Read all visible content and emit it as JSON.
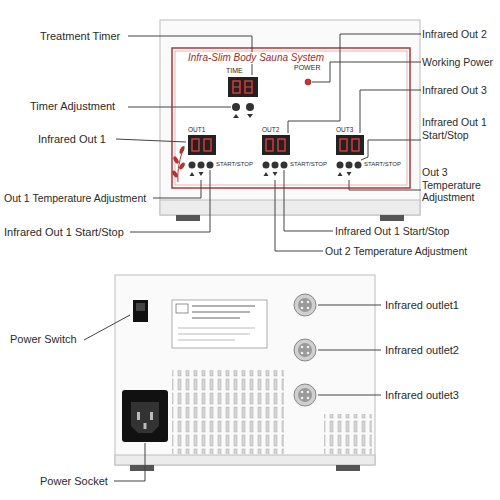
{
  "diagram": {
    "labels": [
      "Treatment Timer",
      "Timer Adjustment",
      "Infrared Out 1",
      "Out 1 Temperature Adjustment",
      "Infrared Out 1 Start/Stop",
      "Infrared Out 2",
      "Working Power",
      "Infrared Out 3",
      "Infrared Out 1 Start/Stop",
      "Out 3 Temperature Adjustment",
      "Infrared Out 1 Start/Stop",
      "Out 2 Temperature Adjustment",
      "Infra-Slim Body Sauna System",
      "TIME",
      "POWER",
      "OUT1",
      "OUT2",
      "OUT3",
      "START/STOP",
      "START/STOP",
      "START/STOP",
      "Power Switch",
      "Power Socket",
      "Infrared outlet1",
      "Infrared outlet2",
      "Infrared outlet3"
    ]
  }
}
